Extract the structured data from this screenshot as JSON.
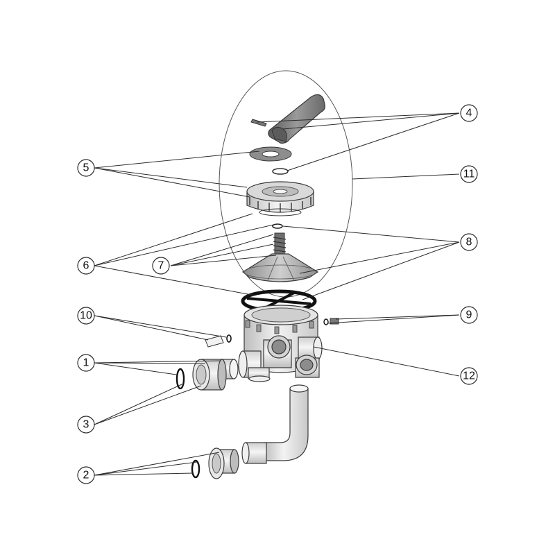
{
  "callouts": [
    {
      "id": "1",
      "label": "1"
    },
    {
      "id": "2",
      "label": "2"
    },
    {
      "id": "3",
      "label": "3"
    },
    {
      "id": "4",
      "label": "4"
    },
    {
      "id": "5",
      "label": "5"
    },
    {
      "id": "6",
      "label": "6"
    },
    {
      "id": "7",
      "label": "7"
    },
    {
      "id": "8",
      "label": "8"
    },
    {
      "id": "9",
      "label": "9"
    },
    {
      "id": "10",
      "label": "10"
    },
    {
      "id": "11",
      "label": "11"
    },
    {
      "id": "12",
      "label": "12"
    }
  ],
  "colors": {
    "line": "#2b2b2b",
    "part_light": "#e6e6e6",
    "part_mid": "#bfbfbf",
    "part_dark": "#7d7d7d",
    "oring": "#111111"
  }
}
